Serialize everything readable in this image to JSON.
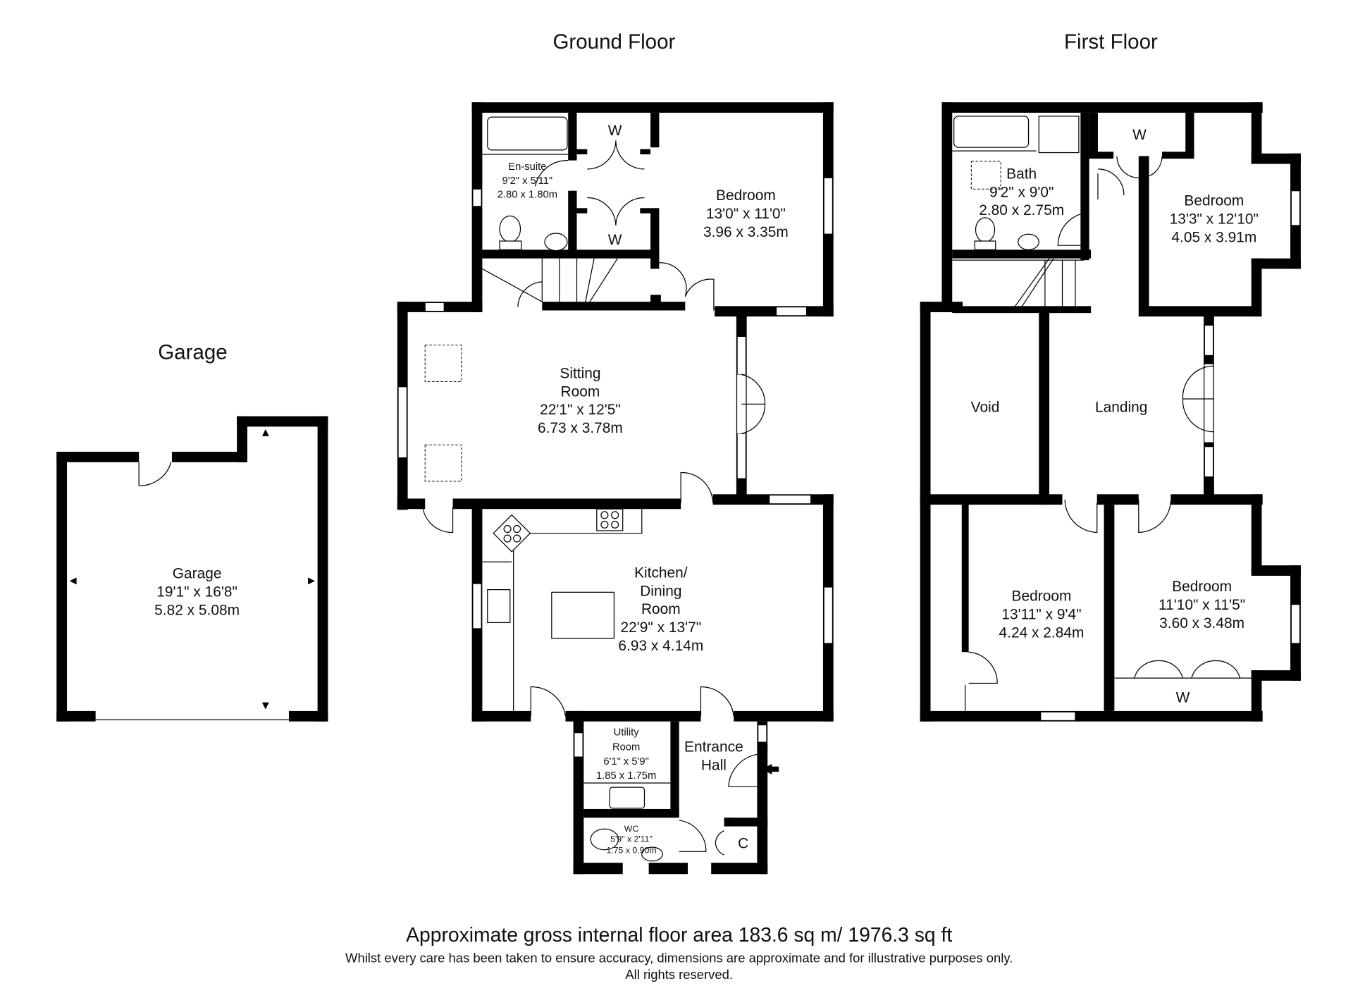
{
  "headings": {
    "ground_floor": "Ground Floor",
    "first_floor": "First Floor",
    "garage": "Garage"
  },
  "ground_floor": {
    "ensuite": {
      "name": "En-suite",
      "imperial": "9'2\" x 5'11\"",
      "metric": "2.80 x 1.80m"
    },
    "bedroom": {
      "name": "Bedroom",
      "imperial": "13'0\" x 11'0\"",
      "metric": "3.96 x 3.35m"
    },
    "wardrobe_label": "W",
    "sitting_room": {
      "name_line1": "Sitting",
      "name_line2": "Room",
      "imperial": "22'1\" x 12'5\"",
      "metric": "6.73 x 3.78m"
    },
    "kitchen": {
      "name_line1": "Kitchen/",
      "name_line2": "Dining",
      "name_line3": "Room",
      "imperial": "22'9\" x 13'7\"",
      "metric": "6.93 x 4.14m"
    },
    "utility": {
      "name_line1": "Utility",
      "name_line2": "Room",
      "imperial": "6'1\" x 5'9\"",
      "metric": "1.85 x 1.75m"
    },
    "wc": {
      "name": "WC",
      "imperial": "5'9\" x 2'11\"",
      "metric": "1.75 x 0.90m"
    },
    "entrance_hall": {
      "name_line1": "Entrance",
      "name_line2": "Hall"
    },
    "cupboard_label": "C"
  },
  "garage": {
    "name": "Garage",
    "imperial": "19'1\" x 16'8\"",
    "metric": "5.82 x 5.08m"
  },
  "first_floor": {
    "bath": {
      "name": "Bath",
      "imperial": "9'2\" x 9'0\"",
      "metric": "2.80 x 2.75m"
    },
    "bedroom_1": {
      "name": "Bedroom",
      "imperial": "13'3\" x 12'10\"",
      "metric": "4.05 x 3.91m"
    },
    "void": {
      "name": "Void"
    },
    "landing": {
      "name": "Landing"
    },
    "bedroom_2": {
      "name": "Bedroom",
      "imperial": "13'11\" x 9'4\"",
      "metric": "4.24 x 2.84m"
    },
    "bedroom_3": {
      "name": "Bedroom",
      "imperial": "11'10\" x 11'5\"",
      "metric": "3.60 x 3.48m"
    },
    "wardrobe_label": "W"
  },
  "footer": {
    "area": "Approximate gross internal floor area 183.6 sq m/ 1976.3 sq ft",
    "disclaimer": "Whilst every care has been taken to ensure accuracy, dimensions are approximate and for illustrative purposes only.",
    "rights": "All rights reserved."
  }
}
